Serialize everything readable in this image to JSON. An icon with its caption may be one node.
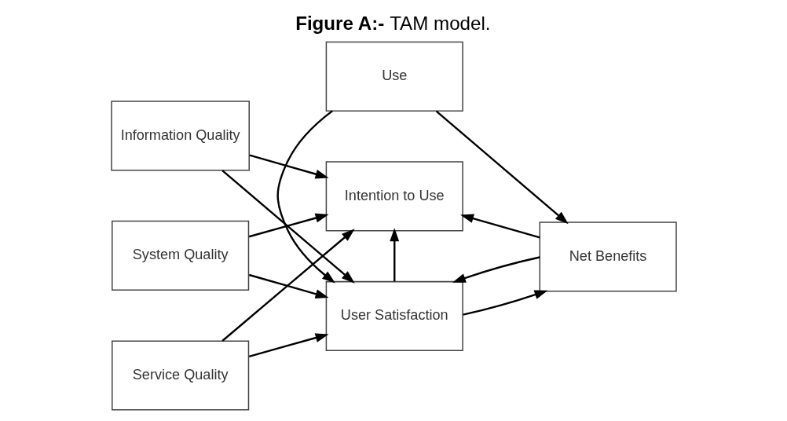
{
  "diagram": {
    "title": "**Figure A:-** TAM model.",
    "nodes": [
      {
        "text": [
          "Information Quality"
        ]
      },
      {
        "text": [
          "System Quality"
        ]
      },
      {
        "text": [
          "Service Quality"
        ]
      },
      {
        "text": [
          "Intention to Use"
        ]
      },
      {
        "text": [
          "Use"
        ]
      },
      {
        "text": [
          "User Satisfaction"
        ]
      },
      {
        "text": [
          "Net Benefits"
        ]
      }
    ],
    "edges": [
      {
        "from": 0,
        "to": 3,
        "arrow": "to"
      },
      {
        "from": 0,
        "to": 5,
        "arrow": "to"
      },
      {
        "from": 1,
        "to": 3,
        "arrow": "to"
      },
      {
        "from": 1,
        "to": 5,
        "arrow": "to"
      },
      {
        "from": 2,
        "to": 3,
        "arrow": "to"
      },
      {
        "from": 2,
        "to": 5,
        "arrow": "to"
      },
      {
        "from": 5,
        "to": 3,
        "arrow": "to"
      },
      {
        "from": 4,
        "to": 5,
        "arrow": "to"
      },
      {
        "from": 4,
        "to": 6,
        "arrow": "to"
      },
      {
        "from": 5,
        "to": 6,
        "arrow": "to"
      },
      {
        "from": 6,
        "to": 3,
        "arrow": "to"
      },
      {
        "from": 6,
        "to": 5,
        "arrow": "to"
      }
    ]
  }
}
